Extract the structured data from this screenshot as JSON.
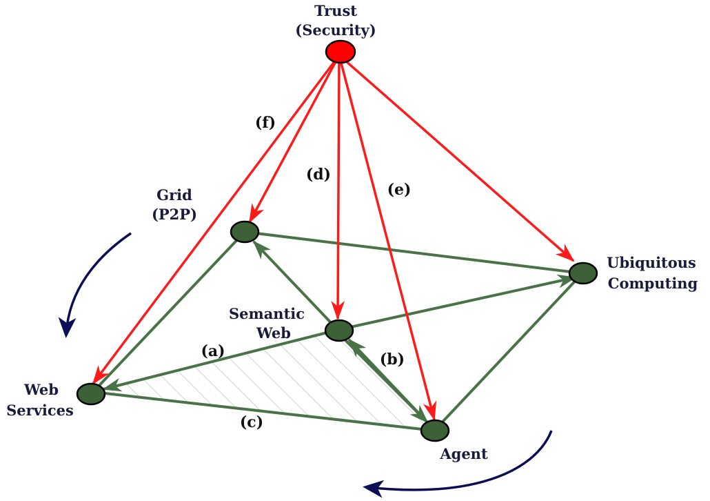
{
  "colors": {
    "trust_node": "#ff0000",
    "node_fill": "#3d6137",
    "node_stroke": "#000000",
    "green_edge": "#4a7247",
    "red_edge": "#ff1a1a",
    "curved_arrow": "#0d0d55",
    "label_text": "#1a1a3a",
    "hatch": "#b8b8b8"
  },
  "nodes": {
    "trust": {
      "label_line1": "Trust",
      "label_line2": "(Security)"
    },
    "grid": {
      "label_line1": "Grid",
      "label_line2": "(P2P)"
    },
    "semantic_web": {
      "label_line1": "Semantic",
      "label_line2": "Web"
    },
    "ubiquitous": {
      "label_line1": "Ubiquitous",
      "label_line2": "Computing"
    },
    "web_services": {
      "label_line1": "Web",
      "label_line2": "Services"
    },
    "agent": {
      "label_line1": "Agent"
    }
  },
  "edge_labels": {
    "a": "(a)",
    "b": "(b)",
    "c": "(c)",
    "d": "(d)",
    "e": "(e)",
    "f": "(f)"
  },
  "icons": {
    "left_curved_arrow": "curved-arrow-icon",
    "bottom_curved_arrow": "curved-arrow-icon"
  }
}
